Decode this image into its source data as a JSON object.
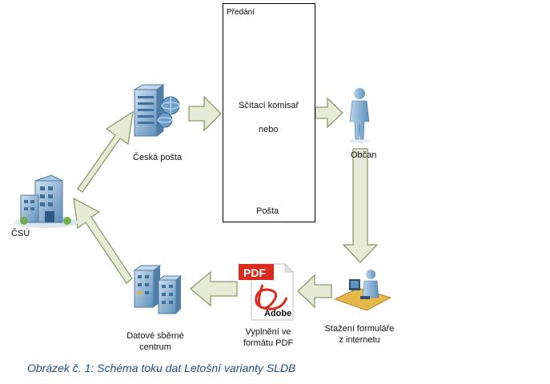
{
  "box": {
    "title": "Předání"
  },
  "nodes": {
    "csu": "ČSÚ",
    "ceska_posta": "Česká pošta",
    "scitaci_komisar": "Sčítací komisař",
    "nebo": "nebo",
    "posta": "Pošta",
    "obcan": "Občan",
    "stazeni_line1": "Stažení formuláře",
    "stazeni_line2": "z internetu",
    "vyplneni_line1": "Vyplnění ve",
    "vyplneni_line2": "formátu PDF",
    "datove_line1": "Datové sběrné",
    "datove_line2": "centrum"
  },
  "pdf": {
    "badge": "PDF",
    "brand": "Adobe"
  },
  "caption": "Obrázek č. 1: Schéma toku dat Letošní varianty SLDB",
  "colors": {
    "arrow_fill": "#e6ead6",
    "arrow_stroke": "#8a9a6a",
    "person": "#8fb8d8",
    "building": "#7fa6c9",
    "pdf_red": "#d92b1f",
    "caption": "#1f4e79"
  }
}
